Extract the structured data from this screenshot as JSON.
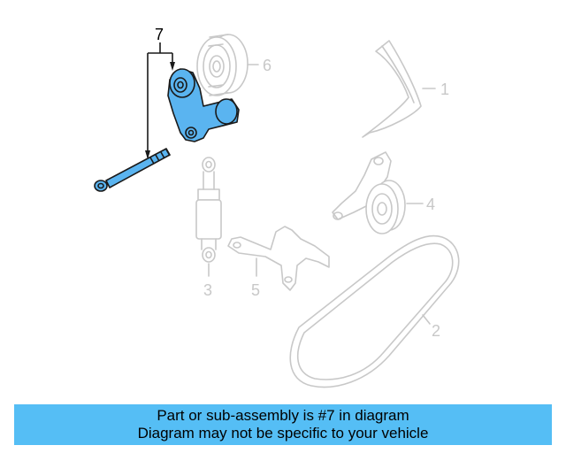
{
  "callouts": {
    "c1": "1",
    "c2": "2",
    "c3": "3",
    "c4": "4",
    "c5": "5",
    "c6": "6",
    "c7": "7"
  },
  "caption": {
    "line1": "Part or sub-assembly is #7 in diagram",
    "line2": "Diagram may not be specific to your vehicle"
  },
  "colors": {
    "highlight": "#5ab4f0",
    "ghost": "#c8c8c8",
    "caption_bg": "#55bef5"
  }
}
